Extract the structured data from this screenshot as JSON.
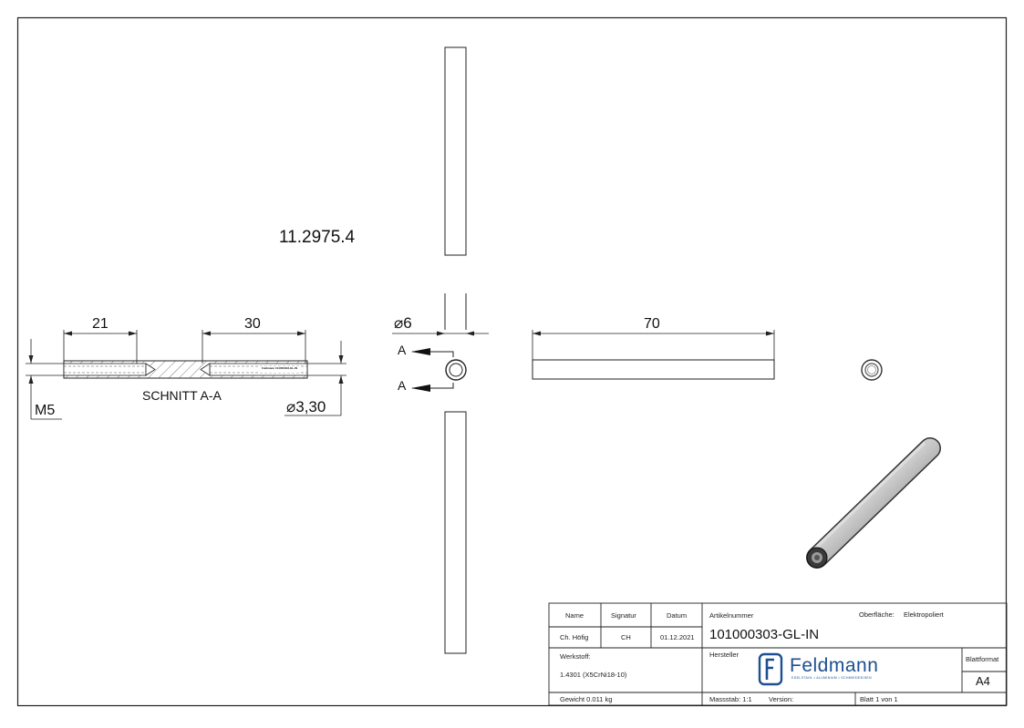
{
  "drawing": {
    "part_code": "11.2975.4",
    "section_view": {
      "caption": "SCHNITT A-A",
      "dim_thread_length": "21",
      "dim_bore_length": "30",
      "thread": "M5",
      "bore_diameter": "3,30",
      "small_engraving": "Feldmann 101000303-GL-IN"
    },
    "front_view": {
      "diameter": "6",
      "section_marker": "A"
    },
    "side_view": {
      "length": "70"
    }
  },
  "title_block": {
    "headers": {
      "name": "Name",
      "signatur": "Signatur",
      "datum": "Datum"
    },
    "row": {
      "name": "Ch. Höfig",
      "signatur": "CH",
      "datum": "01.12.2021"
    },
    "artikelnummer_label": "Artikelnummer",
    "artikelnummer": "101000303-GL-IN",
    "oberflaeche_label": "Oberfläche:",
    "oberflaeche": "Elektropoliert",
    "werkstoff_label": "Werkstoff:",
    "werkstoff": "1.4301 (X5CrNi18-10)",
    "hersteller_label": "Hersteller",
    "logo_name": "Feldmann",
    "logo_tagline": "EDELSTAHL • ALUMINIUM • SCHMIEDEEISEN",
    "blattformat_label": "Blattformat",
    "blattformat": "A4",
    "gewicht": "Gewicht 0.011 kg",
    "massstab": "Massstab: 1:1",
    "version": "Version:",
    "blatt": "Blatt 1 von 1"
  }
}
